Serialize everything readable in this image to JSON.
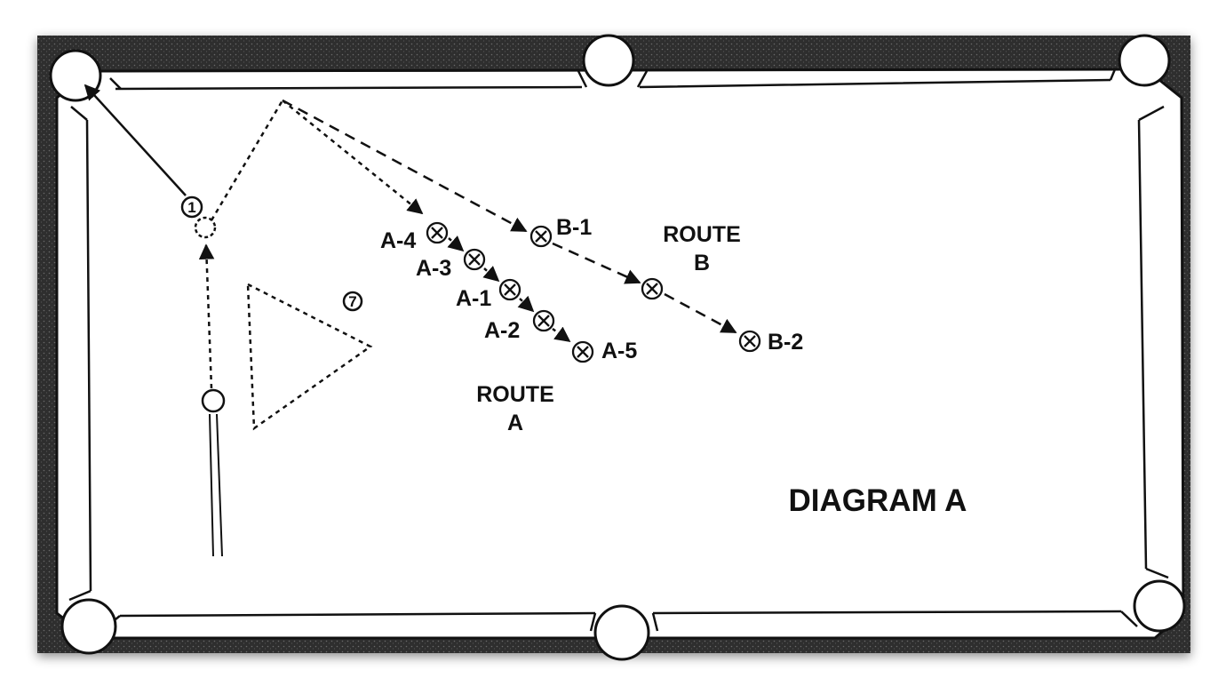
{
  "diagram": {
    "title": "DIAGRAM A",
    "route_a_label": {
      "line1": "ROUTE",
      "line2": "A"
    },
    "route_b_label": {
      "line1": "ROUTE",
      "line2": "B"
    },
    "object_balls": {
      "one": "1",
      "seven": "7"
    },
    "positions_route_a": [
      "A-1",
      "A-2",
      "A-3",
      "A-4",
      "A-5"
    ],
    "positions_route_b": [
      "B-1",
      "B-2"
    ],
    "position_marker_icon": "circled-x",
    "colors": {
      "ink": "#111111",
      "felt": "#ffffff",
      "rail": "#2a2a2a"
    }
  }
}
